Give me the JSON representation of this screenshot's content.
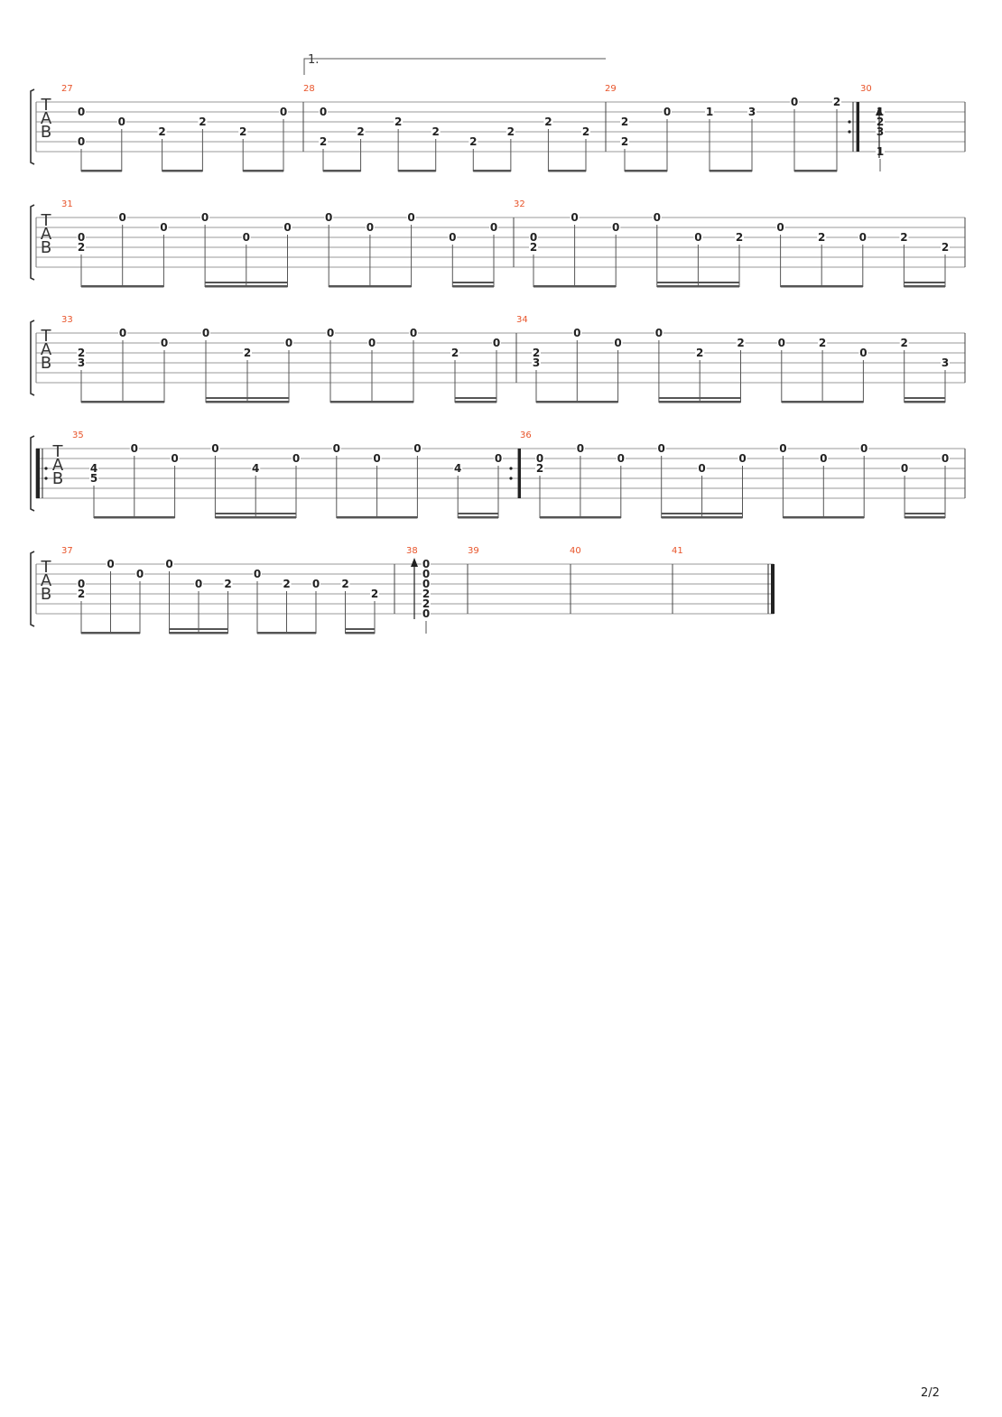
{
  "page": {
    "number": "2/2"
  },
  "tab_label": [
    "T",
    "A",
    "B"
  ],
  "colors": {
    "bar_number": "#e8542a",
    "staff_line": "#9a9a9a",
    "note": "#222222",
    "beam": "#555555"
  },
  "volta": {
    "label": "1."
  },
  "systems": [
    {
      "id": "sys1",
      "measures": [
        {
          "number": "27",
          "notes": [
            {
              "frets": [
                {
                  "s": 2,
                  "f": "0"
                },
                {
                  "s": 5,
                  "f": "0"
                }
              ]
            },
            {
              "frets": [
                {
                  "s": 3,
                  "f": "0"
                }
              ]
            },
            {
              "frets": [
                {
                  "s": 4,
                  "f": "2"
                }
              ]
            },
            {
              "frets": [
                {
                  "s": 3,
                  "f": "2"
                }
              ]
            },
            {
              "frets": [
                {
                  "s": 4,
                  "f": "2"
                }
              ]
            },
            {
              "frets": [
                {
                  "s": 2,
                  "f": "0"
                }
              ]
            }
          ]
        },
        {
          "number": "28",
          "notes": [
            {
              "frets": [
                {
                  "s": 2,
                  "f": "0"
                },
                {
                  "s": 5,
                  "f": "2"
                }
              ]
            },
            {
              "frets": [
                {
                  "s": 4,
                  "f": "2"
                }
              ]
            },
            {
              "frets": [
                {
                  "s": 3,
                  "f": "2"
                }
              ]
            },
            {
              "frets": [
                {
                  "s": 4,
                  "f": "2"
                }
              ]
            },
            {
              "frets": [
                {
                  "s": 5,
                  "f": "2"
                }
              ]
            },
            {
              "frets": [
                {
                  "s": 4,
                  "f": "2"
                }
              ]
            },
            {
              "frets": [
                {
                  "s": 3,
                  "f": "2"
                }
              ]
            },
            {
              "frets": [
                {
                  "s": 4,
                  "f": "2"
                }
              ]
            }
          ]
        },
        {
          "number": "29",
          "notes": [
            {
              "frets": [
                {
                  "s": 3,
                  "f": "2"
                },
                {
                  "s": 5,
                  "f": "2"
                }
              ]
            },
            {
              "frets": [
                {
                  "s": 2,
                  "f": "0"
                }
              ]
            },
            {
              "frets": [
                {
                  "s": 2,
                  "f": "1"
                }
              ]
            },
            {
              "frets": [
                {
                  "s": 2,
                  "f": "3"
                }
              ]
            },
            {
              "frets": [
                {
                  "s": 1,
                  "f": "0"
                }
              ]
            },
            {
              "frets": [
                {
                  "s": 1,
                  "f": "2"
                }
              ]
            }
          ]
        },
        {
          "number": "30",
          "notes": [
            {
              "frets": [
                {
                  "s": 2,
                  "f": "1"
                },
                {
                  "s": 3,
                  "f": "2"
                },
                {
                  "s": 4,
                  "f": "3"
                },
                {
                  "s": 6,
                  "f": "1"
                }
              ]
            }
          ]
        }
      ]
    },
    {
      "id": "sys2",
      "measures": [
        {
          "number": "31",
          "notes": [
            {
              "frets": [
                {
                  "s": 3,
                  "f": "0"
                },
                {
                  "s": 4,
                  "f": "2"
                }
              ]
            },
            {
              "frets": [
                {
                  "s": 1,
                  "f": "0"
                }
              ]
            },
            {
              "frets": [
                {
                  "s": 2,
                  "f": "0"
                }
              ]
            },
            {
              "frets": [
                {
                  "s": 1,
                  "f": "0"
                }
              ]
            },
            {
              "frets": [
                {
                  "s": 3,
                  "f": "0"
                }
              ]
            },
            {
              "frets": [
                {
                  "s": 2,
                  "f": "0"
                }
              ]
            },
            {
              "frets": [
                {
                  "s": 1,
                  "f": "0"
                }
              ]
            },
            {
              "frets": [
                {
                  "s": 2,
                  "f": "0"
                }
              ]
            },
            {
              "frets": [
                {
                  "s": 1,
                  "f": "0"
                }
              ]
            },
            {
              "frets": [
                {
                  "s": 3,
                  "f": "0"
                }
              ]
            },
            {
              "frets": [
                {
                  "s": 2,
                  "f": "0"
                }
              ]
            }
          ]
        },
        {
          "number": "32",
          "notes": [
            {
              "frets": [
                {
                  "s": 3,
                  "f": "0"
                },
                {
                  "s": 4,
                  "f": "2"
                }
              ]
            },
            {
              "frets": [
                {
                  "s": 1,
                  "f": "0"
                }
              ]
            },
            {
              "frets": [
                {
                  "s": 2,
                  "f": "0"
                }
              ]
            },
            {
              "frets": [
                {
                  "s": 1,
                  "f": "0"
                }
              ]
            },
            {
              "frets": [
                {
                  "s": 3,
                  "f": "0"
                }
              ]
            },
            {
              "frets": [
                {
                  "s": 3,
                  "f": "2"
                }
              ]
            },
            {
              "frets": [
                {
                  "s": 2,
                  "f": "0"
                }
              ]
            },
            {
              "frets": [
                {
                  "s": 3,
                  "f": "2"
                }
              ]
            },
            {
              "frets": [
                {
                  "s": 3,
                  "f": "0"
                }
              ]
            },
            {
              "frets": [
                {
                  "s": 3,
                  "f": "2"
                }
              ]
            },
            {
              "frets": [
                {
                  "s": 4,
                  "f": "2"
                }
              ]
            }
          ]
        }
      ]
    },
    {
      "id": "sys3",
      "measures": [
        {
          "number": "33",
          "notes": [
            {
              "frets": [
                {
                  "s": 3,
                  "f": "2"
                },
                {
                  "s": 4,
                  "f": "3"
                }
              ]
            },
            {
              "frets": [
                {
                  "s": 1,
                  "f": "0"
                }
              ]
            },
            {
              "frets": [
                {
                  "s": 2,
                  "f": "0"
                }
              ]
            },
            {
              "frets": [
                {
                  "s": 1,
                  "f": "0"
                }
              ]
            },
            {
              "frets": [
                {
                  "s": 3,
                  "f": "2"
                }
              ]
            },
            {
              "frets": [
                {
                  "s": 2,
                  "f": "0"
                }
              ]
            },
            {
              "frets": [
                {
                  "s": 1,
                  "f": "0"
                }
              ]
            },
            {
              "frets": [
                {
                  "s": 2,
                  "f": "0"
                }
              ]
            },
            {
              "frets": [
                {
                  "s": 1,
                  "f": "0"
                }
              ]
            },
            {
              "frets": [
                {
                  "s": 3,
                  "f": "2"
                }
              ]
            },
            {
              "frets": [
                {
                  "s": 2,
                  "f": "0"
                }
              ]
            }
          ]
        },
        {
          "number": "34",
          "notes": [
            {
              "frets": [
                {
                  "s": 3,
                  "f": "2"
                },
                {
                  "s": 4,
                  "f": "3"
                }
              ]
            },
            {
              "frets": [
                {
                  "s": 1,
                  "f": "0"
                }
              ]
            },
            {
              "frets": [
                {
                  "s": 2,
                  "f": "0"
                }
              ]
            },
            {
              "frets": [
                {
                  "s": 1,
                  "f": "0"
                }
              ]
            },
            {
              "frets": [
                {
                  "s": 3,
                  "f": "2"
                }
              ]
            },
            {
              "frets": [
                {
                  "s": 2,
                  "f": "2"
                }
              ]
            },
            {
              "frets": [
                {
                  "s": 2,
                  "f": "0"
                }
              ]
            },
            {
              "frets": [
                {
                  "s": 2,
                  "f": "2"
                }
              ]
            },
            {
              "frets": [
                {
                  "s": 3,
                  "f": "0"
                }
              ]
            },
            {
              "frets": [
                {
                  "s": 2,
                  "f": "2"
                }
              ]
            },
            {
              "frets": [
                {
                  "s": 4,
                  "f": "3"
                }
              ]
            }
          ]
        }
      ]
    },
    {
      "id": "sys4",
      "measures": [
        {
          "number": "35",
          "notes": [
            {
              "frets": [
                {
                  "s": 3,
                  "f": "4"
                },
                {
                  "s": 4,
                  "f": "5"
                }
              ]
            },
            {
              "frets": [
                {
                  "s": 1,
                  "f": "0"
                }
              ]
            },
            {
              "frets": [
                {
                  "s": 2,
                  "f": "0"
                }
              ]
            },
            {
              "frets": [
                {
                  "s": 1,
                  "f": "0"
                }
              ]
            },
            {
              "frets": [
                {
                  "s": 3,
                  "f": "4"
                }
              ]
            },
            {
              "frets": [
                {
                  "s": 2,
                  "f": "0"
                }
              ]
            },
            {
              "frets": [
                {
                  "s": 1,
                  "f": "0"
                }
              ]
            },
            {
              "frets": [
                {
                  "s": 2,
                  "f": "0"
                }
              ]
            },
            {
              "frets": [
                {
                  "s": 1,
                  "f": "0"
                }
              ]
            },
            {
              "frets": [
                {
                  "s": 3,
                  "f": "4"
                }
              ]
            },
            {
              "frets": [
                {
                  "s": 2,
                  "f": "0"
                }
              ]
            }
          ]
        },
        {
          "number": "36",
          "notes": [
            {
              "frets": [
                {
                  "s": 2,
                  "f": "0"
                },
                {
                  "s": 3,
                  "f": "2"
                }
              ]
            },
            {
              "frets": [
                {
                  "s": 1,
                  "f": "0"
                }
              ]
            },
            {
              "frets": [
                {
                  "s": 2,
                  "f": "0"
                }
              ]
            },
            {
              "frets": [
                {
                  "s": 1,
                  "f": "0"
                }
              ]
            },
            {
              "frets": [
                {
                  "s": 3,
                  "f": "0"
                }
              ]
            },
            {
              "frets": [
                {
                  "s": 2,
                  "f": "0"
                }
              ]
            },
            {
              "frets": [
                {
                  "s": 1,
                  "f": "0"
                }
              ]
            },
            {
              "frets": [
                {
                  "s": 2,
                  "f": "0"
                }
              ]
            },
            {
              "frets": [
                {
                  "s": 1,
                  "f": "0"
                }
              ]
            },
            {
              "frets": [
                {
                  "s": 3,
                  "f": "0"
                }
              ]
            },
            {
              "frets": [
                {
                  "s": 2,
                  "f": "0"
                }
              ]
            }
          ]
        }
      ]
    },
    {
      "id": "sys5",
      "measures": [
        {
          "number": "37",
          "notes": [
            {
              "frets": [
                {
                  "s": 3,
                  "f": "0"
                },
                {
                  "s": 4,
                  "f": "2"
                }
              ]
            },
            {
              "frets": [
                {
                  "s": 1,
                  "f": "0"
                }
              ]
            },
            {
              "frets": [
                {
                  "s": 2,
                  "f": "0"
                }
              ]
            },
            {
              "frets": [
                {
                  "s": 1,
                  "f": "0"
                }
              ]
            },
            {
              "frets": [
                {
                  "s": 3,
                  "f": "0"
                }
              ]
            },
            {
              "frets": [
                {
                  "s": 3,
                  "f": "2"
                }
              ]
            },
            {
              "frets": [
                {
                  "s": 2,
                  "f": "0"
                }
              ]
            },
            {
              "frets": [
                {
                  "s": 3,
                  "f": "2"
                }
              ]
            },
            {
              "frets": [
                {
                  "s": 3,
                  "f": "0"
                }
              ]
            },
            {
              "frets": [
                {
                  "s": 3,
                  "f": "2"
                }
              ]
            },
            {
              "frets": [
                {
                  "s": 4,
                  "f": "2"
                }
              ]
            }
          ]
        },
        {
          "number": "38",
          "notes": [
            {
              "frets": [
                {
                  "s": 1,
                  "f": "0"
                },
                {
                  "s": 2,
                  "f": "0"
                },
                {
                  "s": 3,
                  "f": "0"
                },
                {
                  "s": 4,
                  "f": "2"
                },
                {
                  "s": 5,
                  "f": "2"
                },
                {
                  "s": 6,
                  "f": "0"
                }
              ]
            }
          ]
        },
        {
          "number": "39",
          "notes": []
        },
        {
          "number": "40",
          "notes": []
        },
        {
          "number": "41",
          "notes": []
        }
      ]
    }
  ]
}
